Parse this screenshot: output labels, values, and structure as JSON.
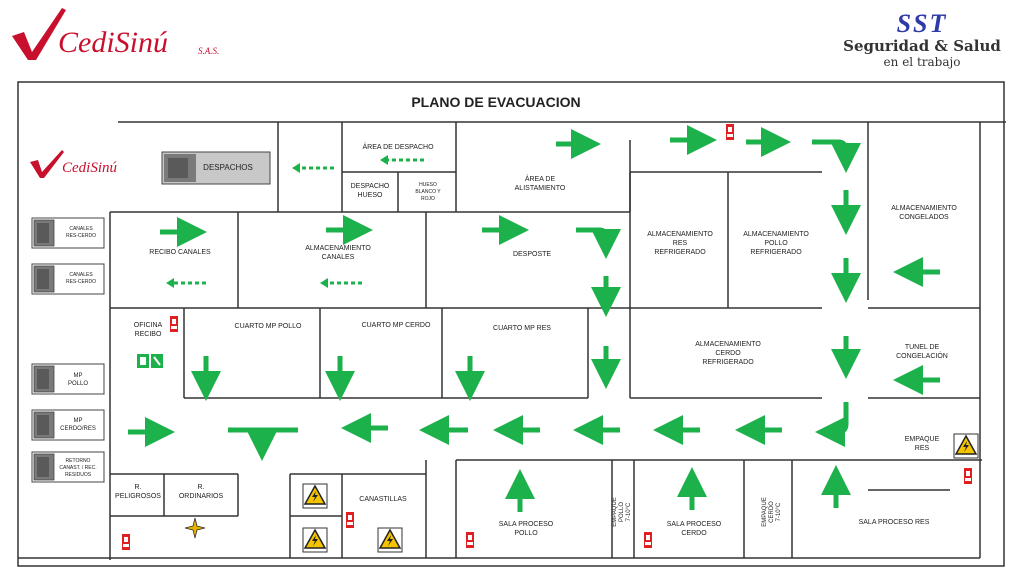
{
  "header": {
    "company_logo_text": "CediSinú",
    "company_logo_suffix": "S.A.S.",
    "sst_title": "SST",
    "sst_subtitle": "Seguridad & Salud",
    "sst_subtitle2": "en el trabajo"
  },
  "plan": {
    "title": "PLANO DE EVACUACION",
    "inner_logo": "CediSinú",
    "rooms": {
      "area_despacho": "ÁREA DE DESPACHO",
      "despachos": "DESPACHOS",
      "despacho_hueso_1": "DESPACHO",
      "despacho_hueso_2": "HUESO",
      "hueso_blanco_1": "HUESO",
      "hueso_blanco_2": "BLANCO Y",
      "hueso_blanco_3": "ROJO",
      "alistamiento_1": "ÁREA DE",
      "alistamiento_2": "ALISTAMIENTO",
      "alm_congelados_1": "ALMACENAMIENTO",
      "alm_congelados_2": "CONGELADOS",
      "canales_res_cerdo_1a": "CANALES",
      "canales_res_cerdo_1b": "RES-CERDO",
      "canales_res_cerdo_2a": "CANALES",
      "canales_res_cerdo_2b": "RES-CERDO",
      "recibo_canales": "RECIBO CANALES",
      "alm_canales_1": "ALMACENAMIENTO",
      "alm_canales_2": "CANALES",
      "desposte": "DESPOSTE",
      "alm_res_1": "ALMACENAMIENTO",
      "alm_res_2": "RES",
      "alm_res_3": "REFRIGERADO",
      "alm_pollo_1": "ALMACENAMIENTO",
      "alm_pollo_2": "POLLO",
      "alm_pollo_3": "REFRIGERADO",
      "oficina_1": "OFICINA",
      "oficina_2": "RECIBO",
      "cuarto_pollo": "CUARTO MP POLLO",
      "cuarto_cerdo": "CUARTO MP CERDO",
      "cuarto_res": "CUARTO MP RES",
      "alm_cerdo_1": "ALMACENAMIENTO",
      "alm_cerdo_2": "CERDO",
      "alm_cerdo_3": "REFRIGERADO",
      "tunel_1": "TUNEL DE",
      "tunel_2": "CONGELACIÓN",
      "mp_pollo_1": "MP",
      "mp_pollo_2": "POLLO",
      "mp_cerdo_1": "MP",
      "mp_cerdo_2": "CERDO/RES",
      "retorno_1": "RETORNO",
      "retorno_2": "CANAST. / REC.",
      "retorno_3": "RESIDUOS",
      "empaque_res_1": "EMPAQUE",
      "empaque_res_2": "RES",
      "peligrosos_1": "R.",
      "peligrosos_2": "PELIGROSOS",
      "ordinarios_1": "R.",
      "ordinarios_2": "ORDINARIOS",
      "canastillas": "CANASTILLAS",
      "sala_pollo_1": "SALA PROCESO",
      "sala_pollo_2": "POLLO",
      "empaque_pollo_1": "EMPAQUE",
      "empaque_pollo_2": "POLLO",
      "empaque_pollo_3": "7-10°C",
      "sala_cerdo_1": "SALA PROCESO",
      "sala_cerdo_2": "CERDO",
      "empaque_cerdo_1": "EMPAQUE",
      "empaque_cerdo_2": "CERDO",
      "empaque_cerdo_3": "7-10°C",
      "sala_res": "SALA PROCESO RES"
    },
    "colors": {
      "arrow": "#1db14b",
      "extinguisher": "#e02020",
      "warning": "#f5c400",
      "exit_sign": "#1db14b",
      "truck": "#8a8a8a",
      "logo_red": "#c8102e",
      "sst_blue": "#2e3aa8"
    },
    "icons": [
      "fire-extinguisher-icon",
      "high-voltage-warning-icon",
      "emergency-exit-icon",
      "truck-icon",
      "meeting-point-icon"
    ]
  }
}
